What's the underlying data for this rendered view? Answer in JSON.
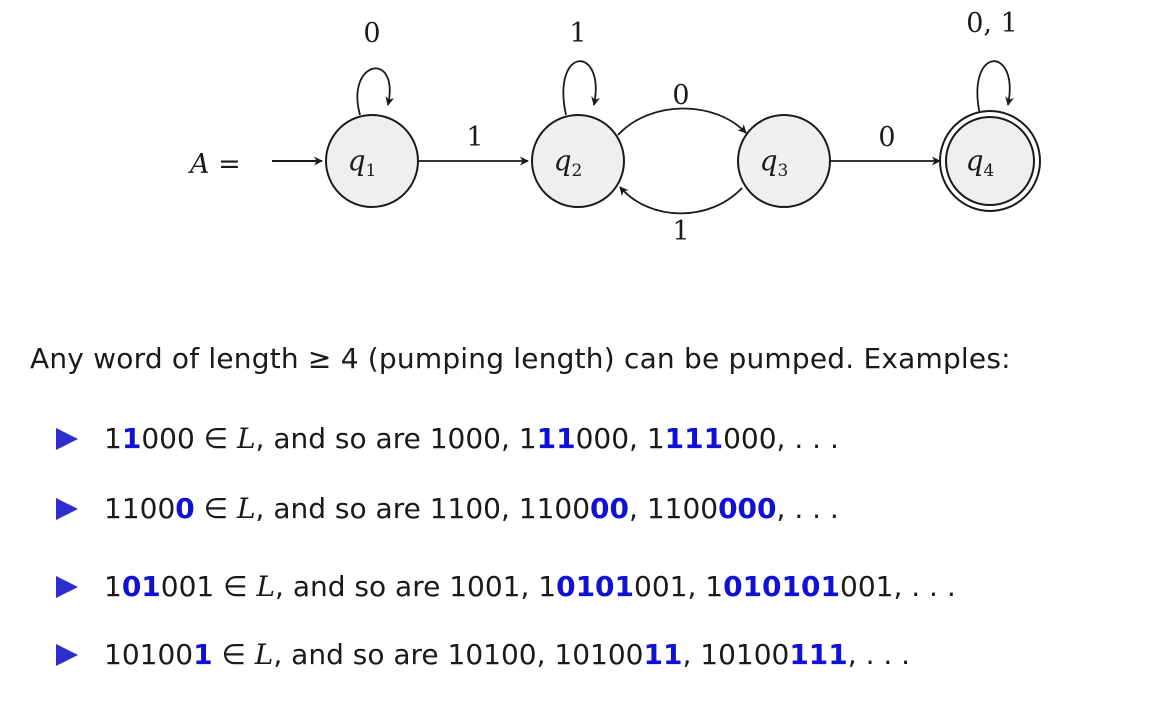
{
  "automaton": {
    "name_label": "A =",
    "states": [
      {
        "id": "q1",
        "letter": "q",
        "index": "1",
        "accepting": false,
        "initial": true
      },
      {
        "id": "q2",
        "letter": "q",
        "index": "2",
        "accepting": false,
        "initial": false
      },
      {
        "id": "q3",
        "letter": "q",
        "index": "3",
        "accepting": false,
        "initial": false
      },
      {
        "id": "q4",
        "letter": "q",
        "index": "4",
        "accepting": true,
        "initial": false
      }
    ],
    "transitions": [
      {
        "id": "q1-q1",
        "from": "q1",
        "to": "q1",
        "label": "0"
      },
      {
        "id": "q2-q2",
        "from": "q2",
        "to": "q2",
        "label": "1"
      },
      {
        "id": "q4-q4",
        "from": "q4",
        "to": "q4",
        "label": "0, 1"
      },
      {
        "id": "q1-q2",
        "from": "q1",
        "to": "q2",
        "label": "1"
      },
      {
        "id": "q2-q3",
        "from": "q2",
        "to": "q3",
        "label": "0"
      },
      {
        "id": "q3-q2",
        "from": "q3",
        "to": "q2",
        "label": "1"
      },
      {
        "id": "q3-q4",
        "from": "q3",
        "to": "q4",
        "label": "0"
      }
    ],
    "colors": {
      "state_fill": "#efefef",
      "stroke": "#1a1a1a",
      "highlight": "#1010d6",
      "bullet": "#2c2ccf"
    }
  },
  "intro": "Any word of length ≥ 4 (pumping length) can be pumped. Examples:",
  "examples": [
    {
      "segments": [
        {
          "t": "1"
        },
        {
          "t": "1",
          "hl": true
        },
        {
          "t": "000 ∈ "
        },
        {
          "t": "L",
          "it": true
        },
        {
          "t": ", and so are 1000, 1"
        },
        {
          "t": "11",
          "hl": true
        },
        {
          "t": "000, 1"
        },
        {
          "t": "111",
          "hl": true
        },
        {
          "t": "000, . . ."
        }
      ]
    },
    {
      "segments": [
        {
          "t": "1100"
        },
        {
          "t": "0",
          "hl": true
        },
        {
          "t": " ∈ "
        },
        {
          "t": "L",
          "it": true
        },
        {
          "t": ", and so are 1100, 1100"
        },
        {
          "t": "00",
          "hl": true
        },
        {
          "t": ", 1100"
        },
        {
          "t": "000",
          "hl": true
        },
        {
          "t": ", . . ."
        }
      ]
    },
    {
      "segments": [
        {
          "t": "1"
        },
        {
          "t": "01",
          "hl": true
        },
        {
          "t": "001 ∈ "
        },
        {
          "t": "L",
          "it": true
        },
        {
          "t": ", and so are 1001, 1"
        },
        {
          "t": "0101",
          "hl": true
        },
        {
          "t": "001, 1"
        },
        {
          "t": "010101",
          "hl": true
        },
        {
          "t": "001, . . ."
        }
      ]
    },
    {
      "segments": [
        {
          "t": "10100"
        },
        {
          "t": "1",
          "hl": true
        },
        {
          "t": " ∈ "
        },
        {
          "t": "L",
          "it": true
        },
        {
          "t": ", and so are 10100, 10100"
        },
        {
          "t": "11",
          "hl": true
        },
        {
          "t": ", 10100"
        },
        {
          "t": "111",
          "hl": true
        },
        {
          "t": ", . . ."
        }
      ]
    }
  ]
}
